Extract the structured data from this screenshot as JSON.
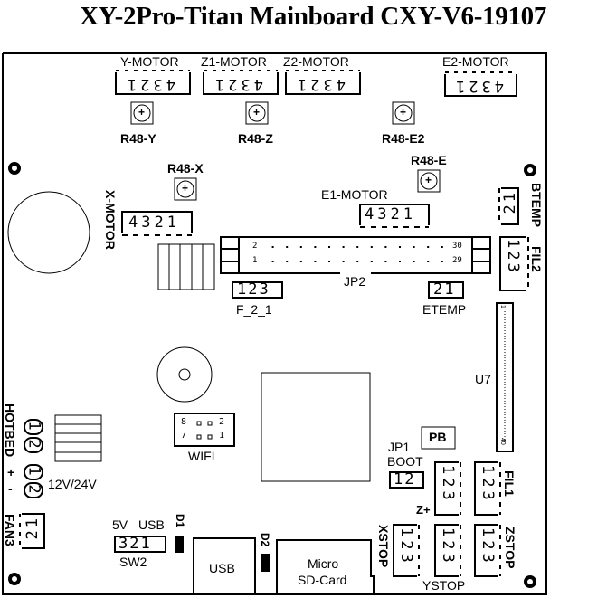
{
  "title": "XY-2Pro-Titan Mainboard CXY-V6-19107",
  "colors": {
    "background": "#ffffff",
    "ink": "#000000"
  },
  "motors": {
    "y": {
      "label": "Y-MOTOR",
      "pins": "4321"
    },
    "z1": {
      "label": "Z1-MOTOR",
      "pins": "4321"
    },
    "z2": {
      "label": "Z2-MOTOR",
      "pins": "4321"
    },
    "e2": {
      "label": "E2-MOTOR",
      "pins": "4321"
    },
    "x": {
      "label": "X-MOTOR",
      "pins": "4321"
    },
    "e1": {
      "label": "E1-MOTOR",
      "pins": "4321"
    }
  },
  "pots": {
    "y": "R48-Y",
    "z": "R48-Z",
    "e2": "R48-E2",
    "x": "R48-X",
    "e": "R48-E"
  },
  "jp2": {
    "label": "JP2",
    "top_left": "2",
    "bottom_left": "1",
    "top_right": "30",
    "bottom_right": "29"
  },
  "f21": {
    "label": "F_2_1",
    "pins": "123"
  },
  "etemp": {
    "label": "ETEMP",
    "pins": "21"
  },
  "btemp": {
    "label": "BTEMP",
    "pins": "21"
  },
  "fil2": {
    "label": "FIL2",
    "pins": "123"
  },
  "fil1": {
    "label": "FIL1",
    "pins": "123"
  },
  "u7": {
    "label": "U7",
    "pin_first": "1",
    "pin_last": "40"
  },
  "wifi": {
    "label": "WIFI",
    "pins_top": [
      "8",
      "2"
    ],
    "pins_bottom": [
      "7",
      "1"
    ]
  },
  "hotbed": {
    "label": "HOTBED",
    "pins": [
      "1",
      "2"
    ]
  },
  "power": {
    "label": "12V/24V",
    "plus": "+",
    "minus": "-",
    "pins": [
      "1",
      "2"
    ]
  },
  "fan3": {
    "label": "FAN3",
    "pins": "21"
  },
  "sw2": {
    "label": "SW2",
    "left": "5V",
    "right": "USB",
    "pins": "321"
  },
  "d1": "D1",
  "d2": "D2",
  "usb": "USB",
  "sdcard": {
    "line1": "Micro",
    "line2": "SD-Card"
  },
  "jp1": {
    "label": "JP1",
    "sub": "BOOT",
    "pins": "12"
  },
  "pb": "PB",
  "zplus": "Z+",
  "xstop": {
    "label": "XSTOP",
    "pins": "123"
  },
  "ystop": {
    "label": "YSTOP",
    "pins": "123"
  },
  "zstop": {
    "label": "ZSTOP",
    "pins": "123"
  },
  "zplus_conn": {
    "pins": "123"
  }
}
